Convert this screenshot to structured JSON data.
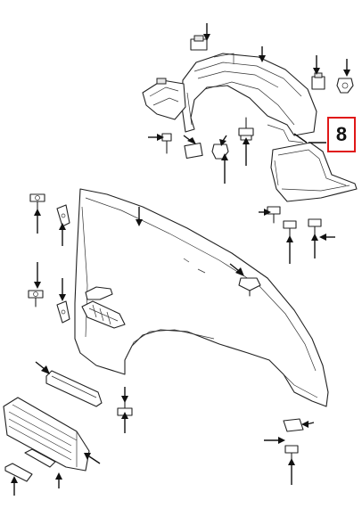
{
  "callout": {
    "label": "8",
    "border_color": "#e01818"
  },
  "parts": [
    "inner-fender-liner",
    "fender-panel",
    "splash-shield",
    "side-marker-lamp",
    "front-trim-strip",
    "lower-grille",
    "clip",
    "bolt",
    "nut",
    "retainer"
  ]
}
